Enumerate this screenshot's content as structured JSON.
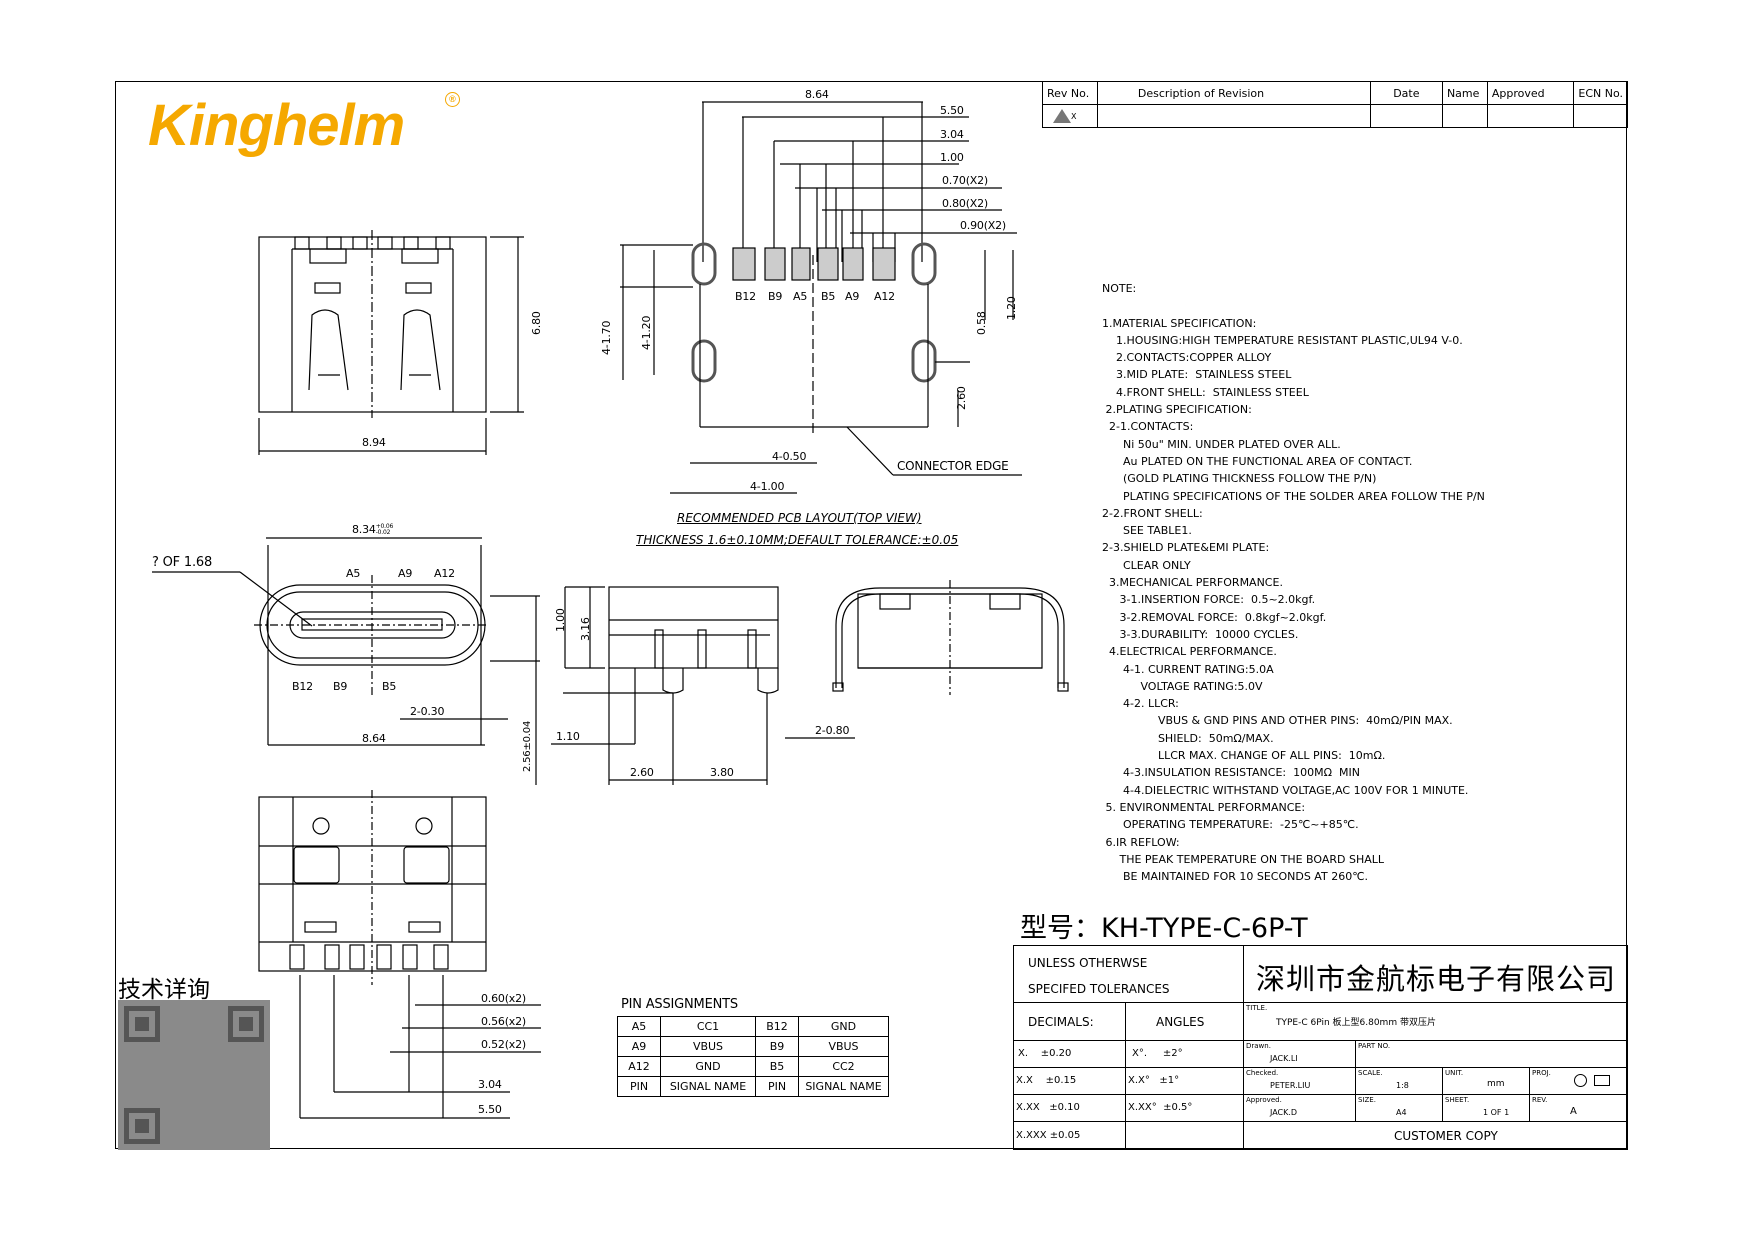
{
  "brand": {
    "name": "Kinghelm",
    "registered_mark": "®",
    "color": "#f5a800"
  },
  "revision_table": {
    "headers": [
      "Rev No.",
      "Description of Revision",
      "Date",
      "Name",
      "Approved",
      "ECN No."
    ],
    "rows": [
      [
        "X",
        "",
        "",
        "",
        "",
        ""
      ]
    ]
  },
  "pcb_layout": {
    "caption": "RECOMMENDED PCB LAYOUT(TOP VIEW)",
    "subcaption": "THICKNESS 1.6±0.10MM;DEFAULT TOLERANCE:±0.05",
    "dims": [
      "8.64",
      "5.50",
      "3.04",
      "1.00",
      "0.70(X2)",
      "0.80(X2)",
      "0.90(X2)",
      "4-1.70",
      "4-1.20",
      "0.58",
      "1.20",
      "2.60",
      "4-0.50",
      "4-1.00"
    ],
    "pad_labels": [
      "B12",
      "B9",
      "A5",
      "B5",
      "A9",
      "A12"
    ],
    "connector_edge_label": "CONNECTOR EDGE"
  },
  "top_view": {
    "width_dim": "8.94",
    "height_dim": "6.80"
  },
  "front_view": {
    "width_dim": "8.34",
    "width_tol_plus": "+0.06",
    "width_tol_minus": "-0.02",
    "radius_note": "? OF 1.68",
    "top_pins": [
      "A5",
      "A9",
      "A12"
    ],
    "bottom_pins": [
      "B12",
      "B9",
      "B5"
    ],
    "leg_dim": "2-0.30",
    "span_dim": "8.64",
    "height_dim": "2.56±0.04"
  },
  "side_view": {
    "dims": [
      "1.00",
      "3.16",
      "1.10",
      "2.60",
      "3.80",
      "2-0.80"
    ]
  },
  "bottom_view": {
    "dims": [
      "0.60(x2)",
      "0.56(x2)",
      "0.52(x2)",
      "3.04",
      "5.50"
    ]
  },
  "pin_assignments": {
    "title": "PIN ASSIGNMENTS",
    "rows": [
      [
        "A5",
        "CC1",
        "B12",
        "GND"
      ],
      [
        "A9",
        "VBUS",
        "B9",
        "VBUS"
      ],
      [
        "A12",
        "GND",
        "B5",
        "CC2"
      ],
      [
        "PIN",
        "SIGNAL NAME",
        "PIN",
        "SIGNAL NAME"
      ]
    ]
  },
  "notes": {
    "text": "NOTE:\n\n1.MATERIAL SPECIFICATION:\n    1.HOUSING:HIGH TEMPERATURE RESISTANT PLASTIC,UL94 V-0.\n    2.CONTACTS:COPPER ALLOY\n    3.MID PLATE:  STAINLESS STEEL\n    4.FRONT SHELL:  STAINLESS STEEL\n 2.PLATING SPECIFICATION:\n  2-1.CONTACTS:\n      Ni 50u\" MIN. UNDER PLATED OVER ALL.\n      Au PLATED ON THE FUNCTIONAL AREA OF CONTACT.\n      (GOLD PLATING THICKNESS FOLLOW THE P/N)\n      PLATING SPECIFICATIONS OF THE SOLDER AREA FOLLOW THE P/N\n2-2.FRONT SHELL:\n      SEE TABLE1.\n2-3.SHIELD PLATE&EMI PLATE:\n      CLEAR ONLY\n  3.MECHANICAL PERFORMANCE.\n     3-1.INSERTION FORCE:  0.5~2.0kgf.\n     3-2.REMOVAL FORCE:  0.8kgf~2.0kgf.\n     3-3.DURABILITY:  10000 CYCLES.\n  4.ELECTRICAL PERFORMANCE.\n      4-1. CURRENT RATING:5.0A\n           VOLTAGE RATING:5.0V\n      4-2. LLCR:\n                VBUS & GND PINS AND OTHER PINS:  40mΩ/PIN MAX.\n                SHIELD:  50mΩ/MAX.\n                LLCR MAX. CHANGE OF ALL PINS:  10mΩ.\n      4-3.INSULATION RESISTANCE:  100MΩ  MIN\n      4-4.DIELECTRIC WITHSTAND VOLTAGE,AC 100V FOR 1 MINUTE.\n 5. ENVIRONMENTAL PERFORMANCE:\n      OPERATING TEMPERATURE:  -25℃~+85℃.\n 6.IR REFLOW:\n     THE PEAK TEMPERATURE ON THE BOARD SHALL\n      BE MAINTAINED FOR 10 SECONDS AT 260℃."
  },
  "model_title": "型号：KH-TYPE-C-6P-T",
  "title_block": {
    "tolerance_heading_1": "UNLESS OTHERWSE",
    "tolerance_heading_2": "SPECIFED TOLERANCES",
    "company": "深圳市金航标电子有限公司",
    "decimals_label": "DECIMALS:",
    "angles_label": "ANGLES",
    "decimals": [
      "X.    ±0.20",
      "X.X    ±0.15",
      "X.XX   ±0.10",
      "X.XXX ±0.05"
    ],
    "angles": [
      "X°.     ±2°",
      "X.X°   ±1°",
      "X.XX°  ±0.5°",
      ""
    ],
    "title_label": "TITLE.",
    "title_value": "TYPE-C 6Pin 板上型6.80mm  带双压片",
    "drawn_label": "Drawn.",
    "drawn_value": "JACK.LI",
    "part_no_label": "PART NO.",
    "part_no_value": "",
    "checked_label": "Checked.",
    "checked_value": "PETER.LIU",
    "scale_label": "SCALE.",
    "scale_value": "1:8",
    "unit_label": "UNIT.",
    "unit_value": "mm",
    "proj_label": "PROJ.",
    "approved_label": "Approved.",
    "approved_value": "JACK.D",
    "size_label": "SIZE.",
    "size_value": "A4",
    "sheet_label": "SHEET.",
    "sheet_value": "1 OF 1",
    "rev_label": "REV.",
    "rev_value": "A",
    "copy_label": "CUSTOMER COPY"
  },
  "qr": {
    "label": "技术详询"
  }
}
